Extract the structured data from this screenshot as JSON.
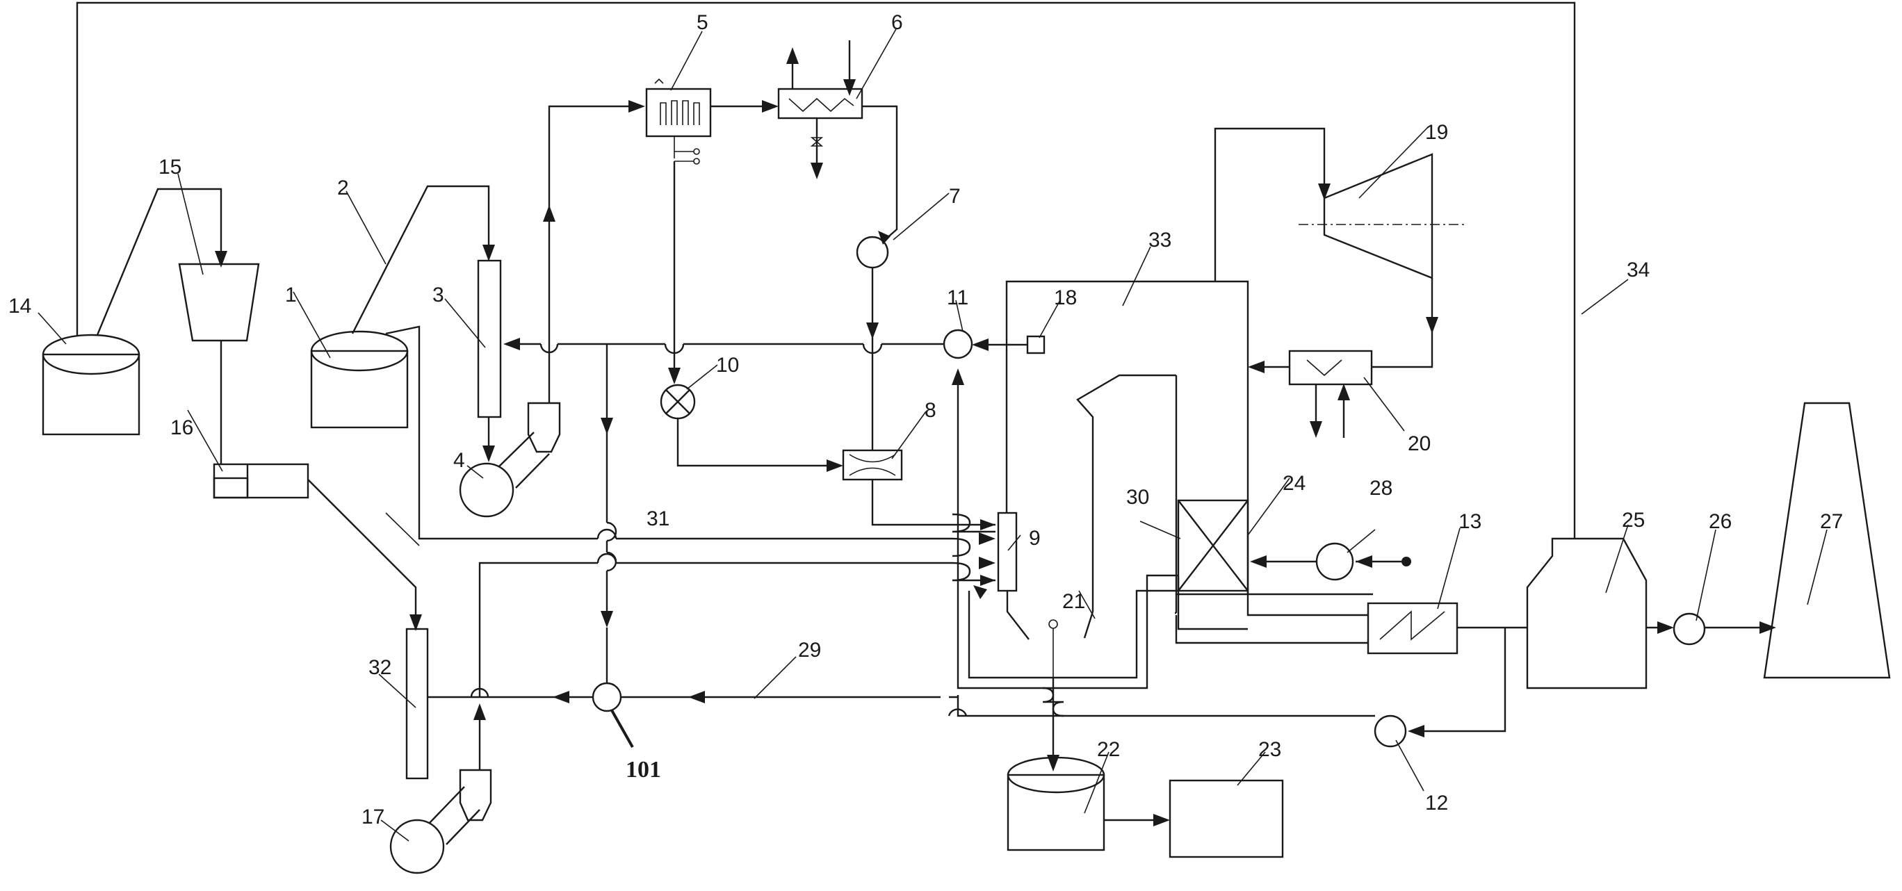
{
  "labels": {
    "n1": "1",
    "n2": "2",
    "n3": "3",
    "n4": "4",
    "n5": "5",
    "n6": "6",
    "n7": "7",
    "n8": "8",
    "n9": "9",
    "n10": "10",
    "n11": "11",
    "n12": "12",
    "n13": "13",
    "n14": "14",
    "n15": "15",
    "n16": "16",
    "n17": "17",
    "n18": "18",
    "n19": "19",
    "n20": "20",
    "n21": "21",
    "n22": "22",
    "n23": "23",
    "n24": "24",
    "n25": "25",
    "n26": "26",
    "n27": "27",
    "n28": "28",
    "n29": "29",
    "n30": "30",
    "n31": "31",
    "n32": "32",
    "n33": "33",
    "n34": "34",
    "n101": "101"
  }
}
